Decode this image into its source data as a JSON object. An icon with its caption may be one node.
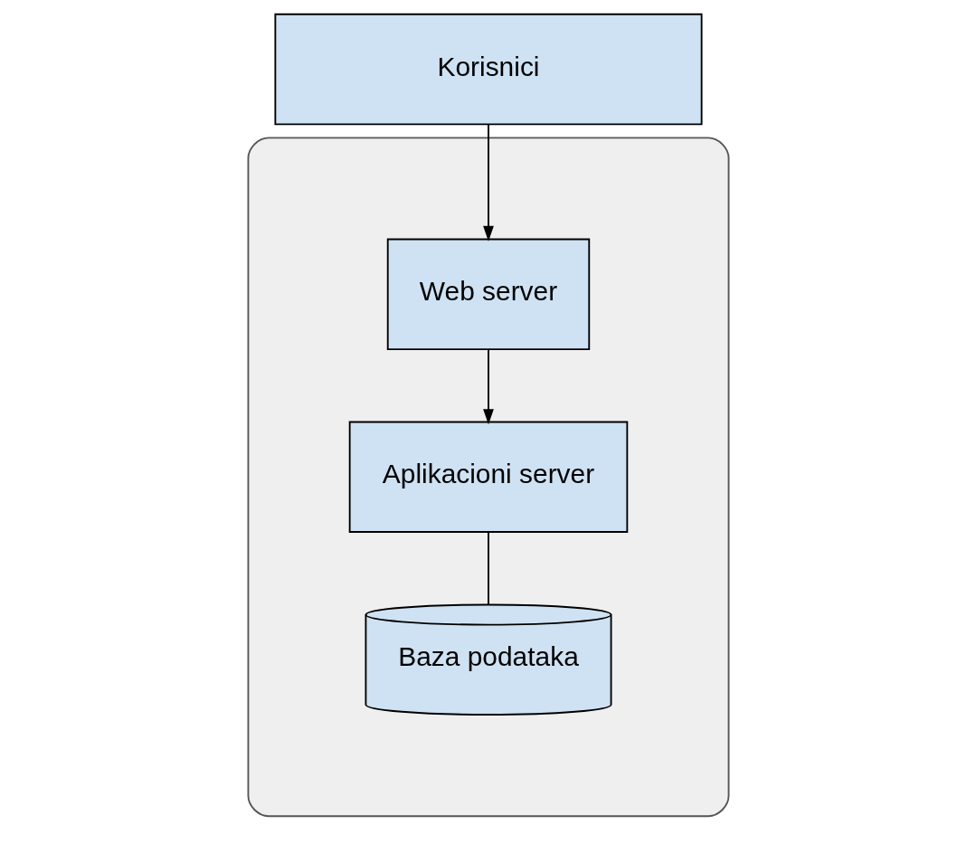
{
  "diagram": {
    "nodes": [
      {
        "text": [
          "Korisnici"
        ]
      },
      {
        "text": [],
        "shape": "cloud"
      },
      {
        "text": [
          "Web server"
        ],
        "in": 1
      },
      {
        "text": [
          "Aplikacioni server"
        ],
        "in": 1
      },
      {
        "text": [
          "Baza podataka"
        ],
        "in": 1
      }
    ],
    "edges": [
      {
        "from": 0,
        "to": 2,
        "arrow": "to"
      },
      {
        "from": 2,
        "to": 3,
        "arrow": "to"
      },
      {
        "from": 3,
        "to": 4,
        "arrow": "none"
      }
    ]
  }
}
